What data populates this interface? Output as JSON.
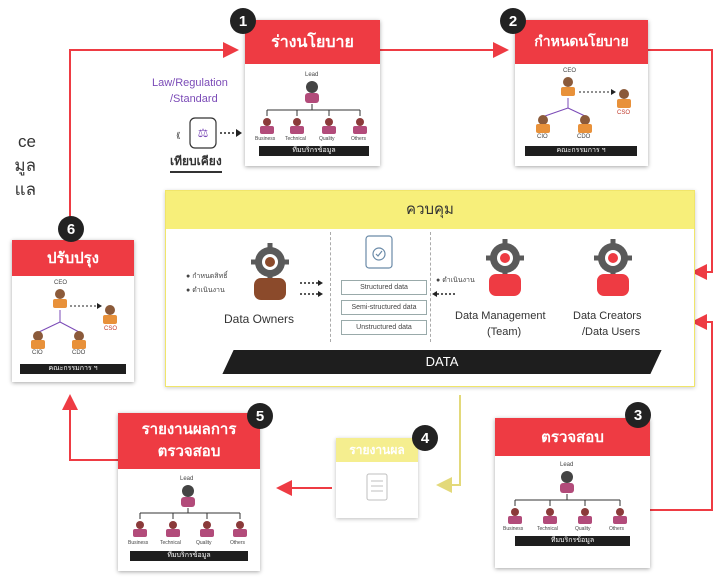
{
  "left_edge_text": [
    "ce",
    "มูล",
    "แล"
  ],
  "steps": {
    "s1": {
      "number": "1",
      "title": "ร่างนโยบาย",
      "lead": "Lead",
      "roles": [
        "Business",
        "Technical",
        "Quality",
        "Others"
      ],
      "team": "ทีมบริกรข้อมูล"
    },
    "s2": {
      "number": "2",
      "title": "กำหนดนโยบาย",
      "ceo": "CEO",
      "cio": "CIO",
      "cdo": "CDO",
      "cso": "CSO",
      "team": "คณะกรรมการ ฯ"
    },
    "s3": {
      "number": "3",
      "title": "ตรวจสอบ",
      "lead": "Lead",
      "roles": [
        "Business",
        "Technical",
        "Quality",
        "Others"
      ],
      "team": "ทีมบริกรข้อมูล"
    },
    "s4": {
      "number": "4",
      "title": "รายงานผล"
    },
    "s5": {
      "number": "5",
      "title_line1": "รายงานผลการ",
      "title_line2": "ตรวจสอบ",
      "lead": "Lead",
      "roles": [
        "Business",
        "Technical",
        "Quality",
        "Others"
      ],
      "team": "ทีมบริกรข้อมูล"
    },
    "s6": {
      "number": "6",
      "title": "ปรับปรุง",
      "ceo": "CEO",
      "cio": "CIO",
      "cdo": "CDO",
      "cso": "CSO",
      "team": "คณะกรรมการ ฯ"
    }
  },
  "law": {
    "line1": "Law/Regulation",
    "line2": "/Standard",
    "compare": "เทียบเคียง"
  },
  "control": {
    "title": "ควบคุม",
    "owners_bullets": [
      "กำหนดสิทธิ์",
      "ดำเนินงาน"
    ],
    "owners_label": "Data Owners",
    "data_types": [
      "Structured data",
      "Semi-structured data",
      "Unstructured data"
    ],
    "mgmt_bullet": "ดำเนินงาน",
    "mgmt_label_1": "Data Management",
    "mgmt_label_2": "(Team)",
    "creators_label_1": "Data Creators",
    "creators_label_2": "/Data Users",
    "data_bar": "DATA"
  },
  "colors": {
    "accent_red": "#ee3b43",
    "control_yellow": "#f7ef7a",
    "dark": "#1e1e1e",
    "person_orange": "#e8913a",
    "owner_brown": "#8b4a2b"
  }
}
